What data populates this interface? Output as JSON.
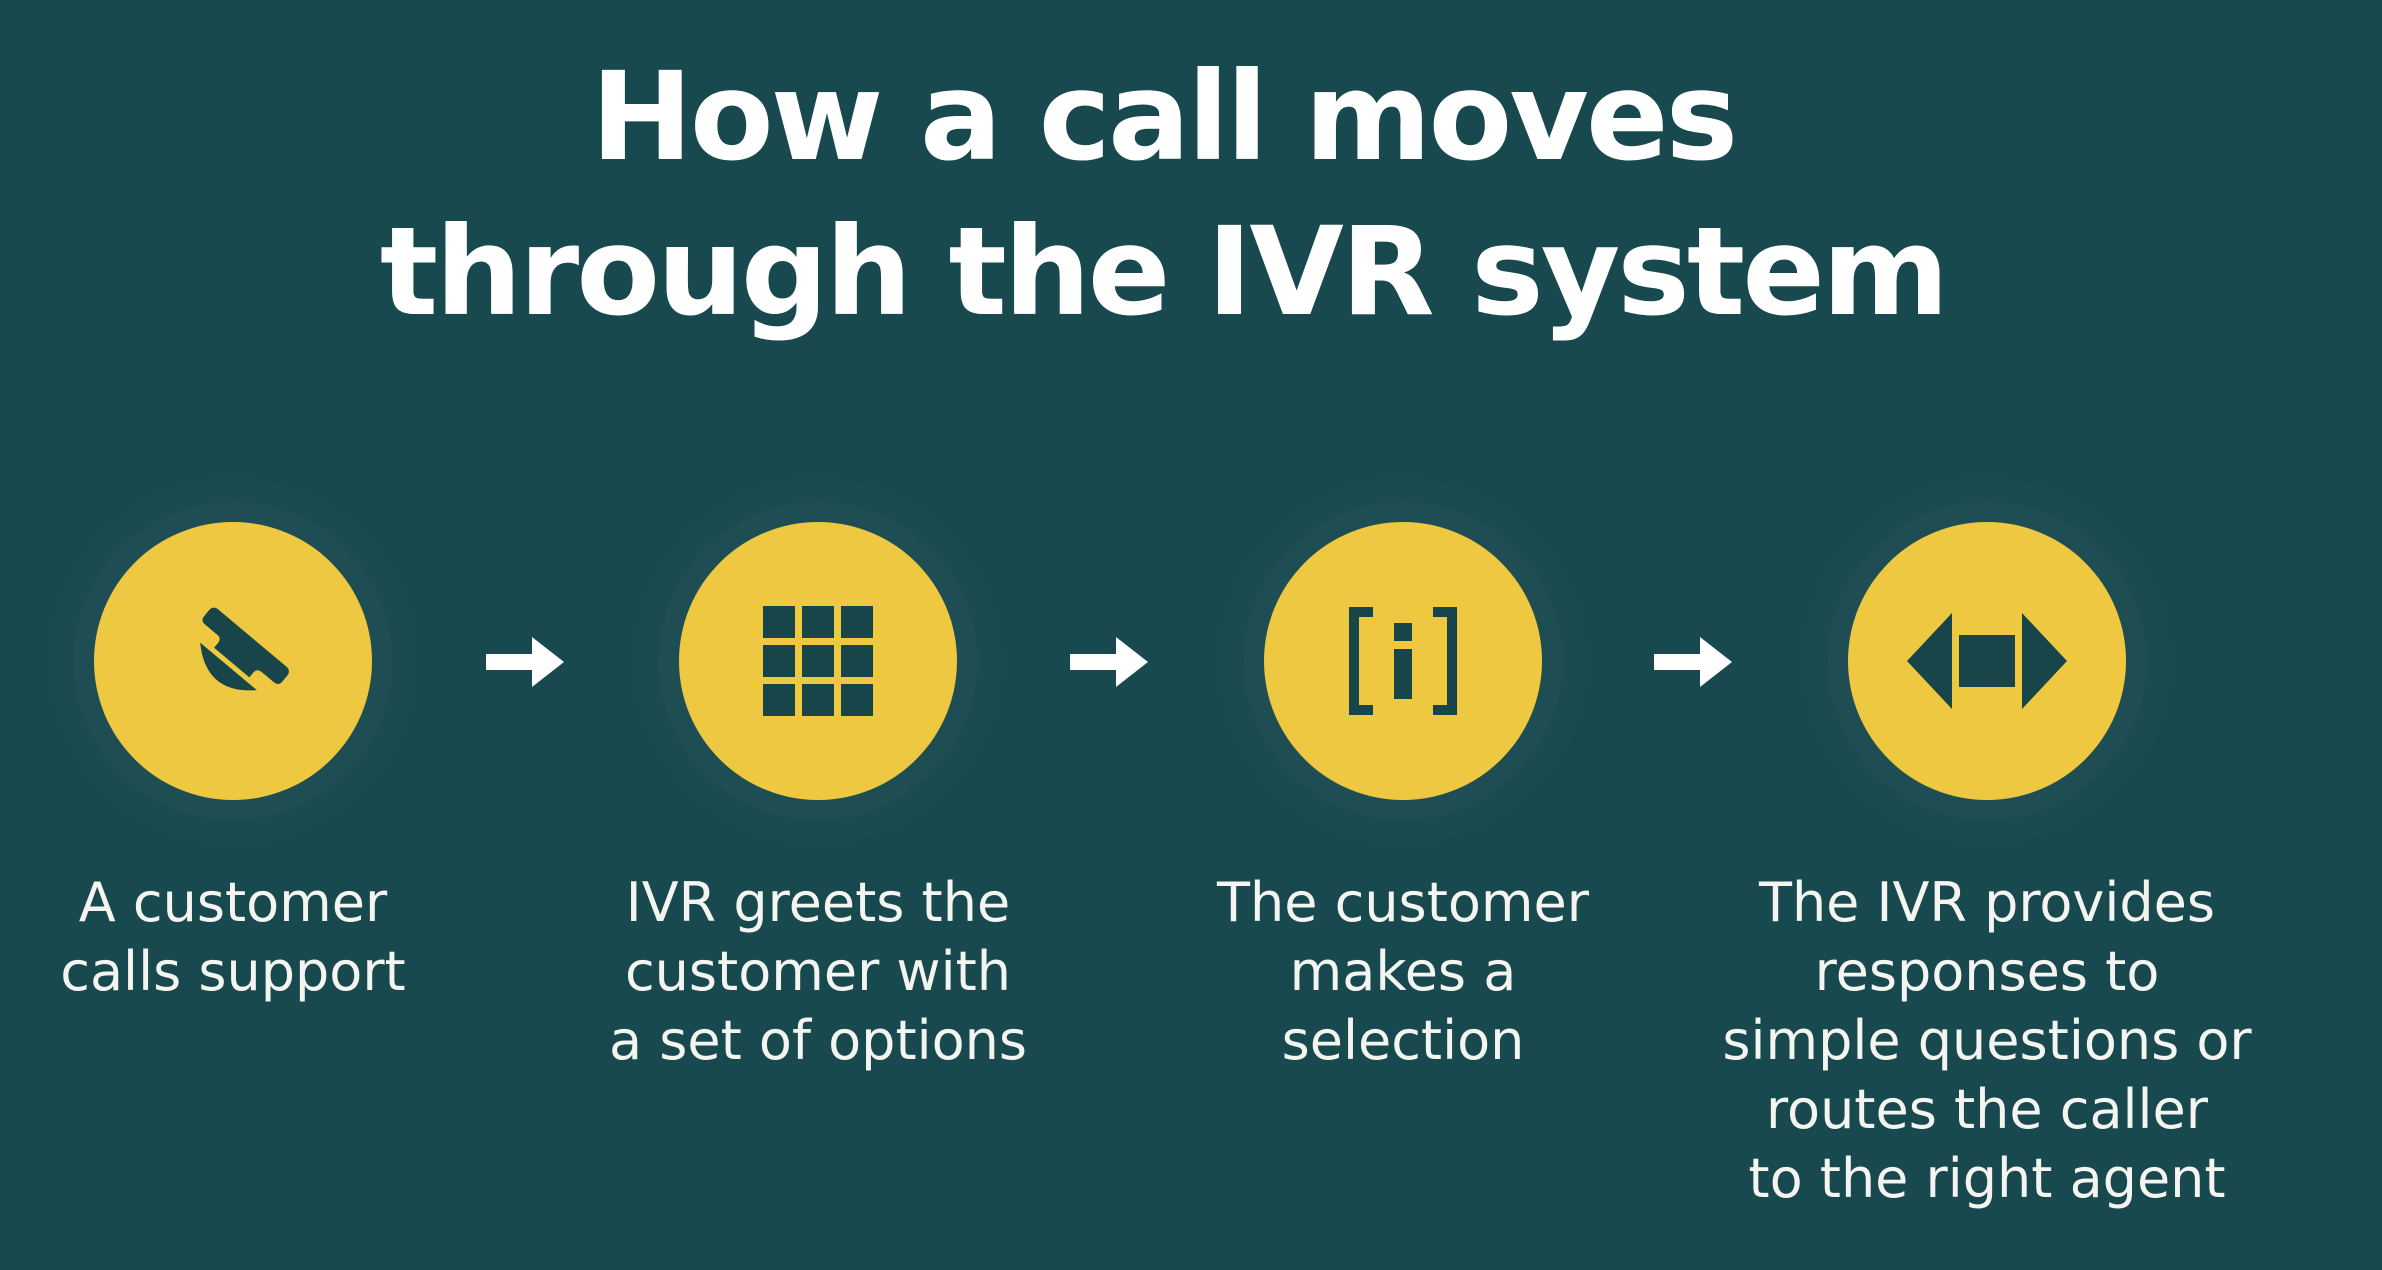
{
  "title": {
    "line1": "How a call moves",
    "line2": "through the IVR system"
  },
  "colors": {
    "background": "#18494e",
    "circle": "#eec840",
    "icon": "#17454a",
    "text": "#ffffff"
  },
  "steps": [
    {
      "icon": "phone-icon",
      "label_lines": [
        "A customer",
        "calls support"
      ]
    },
    {
      "icon": "keypad-icon",
      "label_lines": [
        "IVR greets the",
        "customer with",
        "a set of options"
      ]
    },
    {
      "icon": "info-bracket-icon",
      "label_lines": [
        "The customer",
        "makes a",
        "selection"
      ]
    },
    {
      "icon": "route-arrows-icon",
      "label_lines": [
        "The IVR provides",
        "responses to",
        "simple questions or",
        "routes the caller",
        "to the right agent"
      ]
    }
  ]
}
